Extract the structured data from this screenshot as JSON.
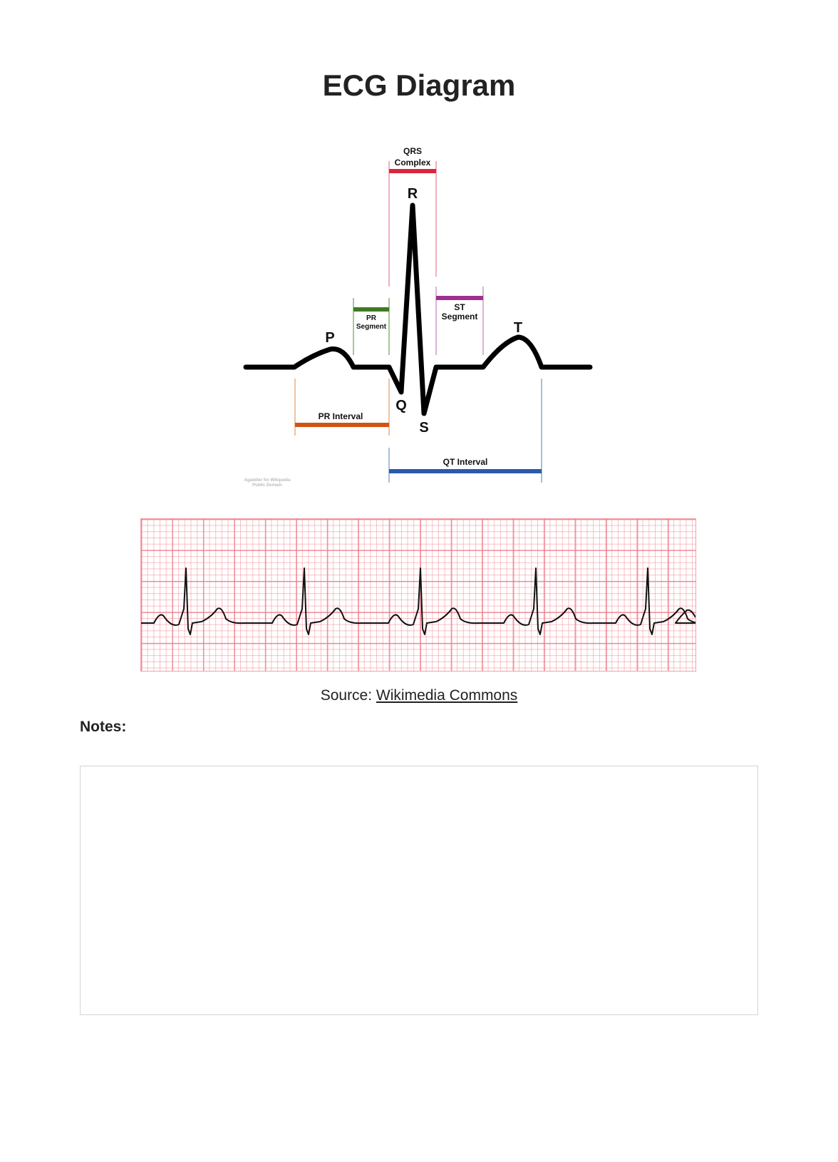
{
  "title": "ECG Diagram",
  "diagram": {
    "labels": {
      "qrs_line1": "QRS",
      "qrs_line2": "Complex",
      "r": "R",
      "p": "P",
      "t": "T",
      "q": "Q",
      "s": "S",
      "pr_segment_line1": "PR",
      "pr_segment_line2": "Segment",
      "st_segment_line1": "ST",
      "st_segment_line2": "Segment",
      "pr_interval": "PR Interval",
      "qt_interval": "QT Interval",
      "credit_line1": "Agateller for Wikipedia",
      "credit_line2": "Public Domain"
    },
    "colors": {
      "qrs": "#d9263e",
      "pr_segment": "#3f7a22",
      "st_segment": "#a0308f",
      "pr_interval": "#cf5412",
      "qt_interval": "#2a5aab"
    }
  },
  "source": {
    "prefix": "Source: ",
    "link_text": "Wikimedia Commons"
  },
  "notes": {
    "label": "Notes:",
    "value": ""
  }
}
